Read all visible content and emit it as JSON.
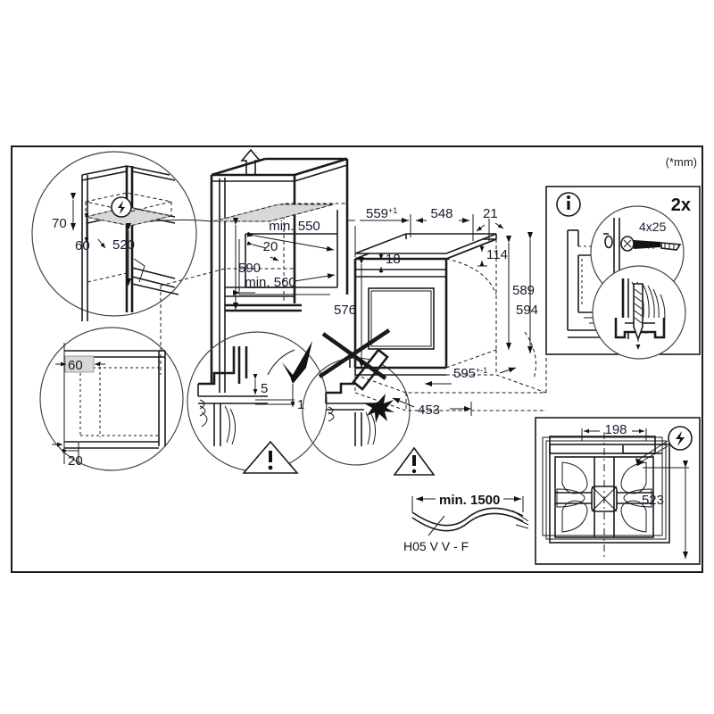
{
  "document": {
    "type": "installation-dimension-diagram",
    "unit_note": "(*mm)",
    "background": "#ffffff",
    "frame_color": "#555555"
  },
  "detail_top_left": {
    "name": "niche-top-socket-detail",
    "labels": [
      {
        "id": "d70",
        "text": "70"
      },
      {
        "id": "d60",
        "text": "60"
      },
      {
        "id": "d520",
        "text": "520"
      }
    ],
    "icon": "lightning-bolt-icon"
  },
  "detail_bottom_left": {
    "name": "niche-depth-detail",
    "labels": [
      {
        "id": "d60b",
        "text": "60"
      },
      {
        "id": "d20b",
        "text": "20"
      }
    ]
  },
  "cabinet": {
    "name": "cabinet-niche-view",
    "arrow": "up-arrow-icon",
    "labels": [
      {
        "id": "min550",
        "text": "min. 550"
      },
      {
        "id": "d20c",
        "text": "20"
      },
      {
        "id": "min560",
        "text": "min. 560"
      },
      {
        "id": "d590",
        "text": "590"
      }
    ]
  },
  "oven": {
    "name": "oven-dimension-view",
    "labels": [
      {
        "id": "w559",
        "text": "559",
        "sup": "+1"
      },
      {
        "id": "w548",
        "text": "548"
      },
      {
        "id": "w21",
        "text": "21"
      },
      {
        "id": "d18",
        "text": "18"
      },
      {
        "id": "d114",
        "text": "114"
      },
      {
        "id": "h589",
        "text": "589"
      },
      {
        "id": "h594",
        "text": "594"
      },
      {
        "id": "h576",
        "text": "576"
      },
      {
        "id": "w595",
        "text": "595",
        "sup": "+-1"
      },
      {
        "id": "d453",
        "text": "453"
      }
    ]
  },
  "detail_shelf_ok": {
    "name": "shelf-support-correct-detail",
    "labels": [
      {
        "id": "d5",
        "text": "5"
      },
      {
        "id": "d1",
        "text": "1"
      }
    ],
    "mark": "check-mark-icon",
    "warning": "warning-triangle-icon"
  },
  "detail_shelf_bad": {
    "name": "shelf-support-incorrect-detail",
    "mark": "cross-mark-icon",
    "impact": "impact-burst-icon"
  },
  "cable": {
    "name": "power-cable-spec",
    "warning": "warning-triangle-icon",
    "length_label": "min. 1500",
    "type_label": "H05 V V - F"
  },
  "panel_screws": {
    "name": "fixing-screw-panel",
    "info_icon": "info-icon",
    "quantity": "2x",
    "screw_spec": "4x25"
  },
  "panel_rear": {
    "name": "rear-fan-panel",
    "icon": "lightning-bolt-icon",
    "labels": [
      {
        "id": "r198",
        "text": "198"
      },
      {
        "id": "r523",
        "text": "523"
      }
    ]
  }
}
